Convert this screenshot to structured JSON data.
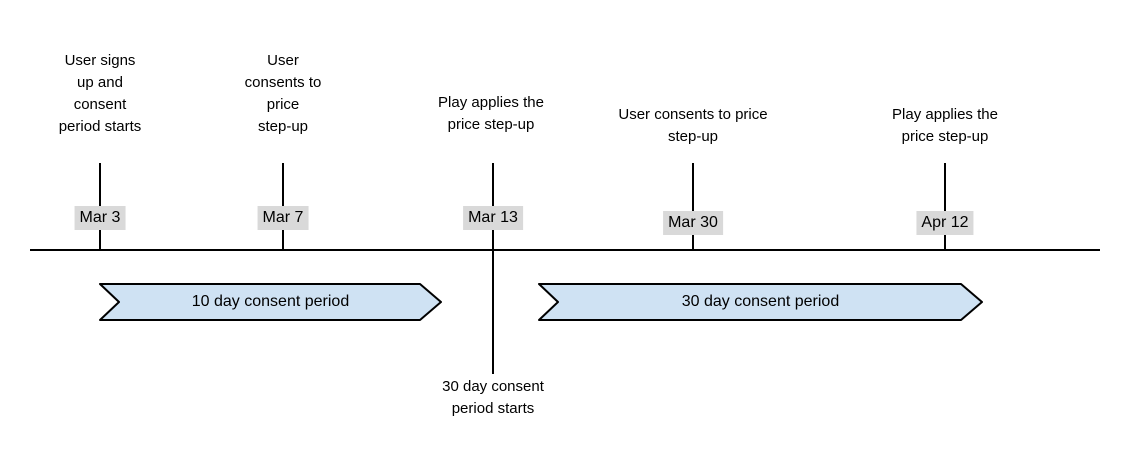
{
  "diagram": {
    "type": "timeline",
    "colors": {
      "banner_fill": "#cfe2f3",
      "banner_stroke": "#000000",
      "date_bg": "#d9d9d9",
      "axis": "#000000",
      "text": "#000000"
    },
    "events": [
      {
        "date": "Mar 3",
        "label": "User signs\nup and\nconsent\nperiod starts"
      },
      {
        "date": "Mar 7",
        "label": "User\nconsents to\nprice\nstep-up"
      },
      {
        "date": "Mar 13",
        "label": "Play applies the\nprice step-up",
        "sublabel": "30 day consent\nperiod starts"
      },
      {
        "date": "Mar 30",
        "label": "User consents to price\nstep-up"
      },
      {
        "date": "Apr 12",
        "label": "Play applies the\nprice step-up"
      }
    ],
    "periods": [
      {
        "label": "10 day consent period"
      },
      {
        "label": "30 day consent period"
      }
    ]
  }
}
